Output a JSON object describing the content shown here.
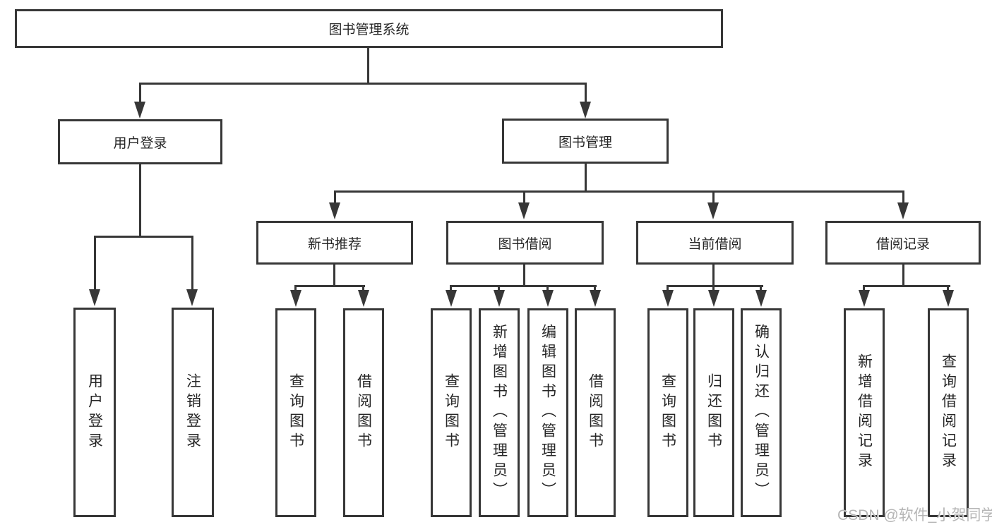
{
  "diagram": {
    "root": {
      "label": "图书管理系统"
    },
    "branches": [
      {
        "label": "用户登录",
        "children": [
          {
            "label": "用户登录"
          },
          {
            "label": "注销登录"
          }
        ]
      },
      {
        "label": "图书管理",
        "children": [
          {
            "label": "新书推荐",
            "children": [
              {
                "label": "查询图书"
              },
              {
                "label": "借阅图书"
              }
            ]
          },
          {
            "label": "图书借阅",
            "children": [
              {
                "label": "查询图书"
              },
              {
                "label": "新增图书（管理员）"
              },
              {
                "label": "编辑图书（管理员）"
              },
              {
                "label": "借阅图书"
              }
            ]
          },
          {
            "label": "当前借阅",
            "children": [
              {
                "label": "查询图书"
              },
              {
                "label": "归还图书"
              },
              {
                "label": "确认归还（管理员）"
              }
            ]
          },
          {
            "label": "借阅记录",
            "children": [
              {
                "label": "新增借阅记录"
              },
              {
                "label": "查询借阅记录"
              }
            ]
          }
        ]
      }
    ]
  },
  "watermark": {
    "text": "CSDN @软件_小贺同学"
  },
  "colors": {
    "line": "#373737",
    "text": "#262626",
    "watermark": "#b5b5b5",
    "background": "#ffffff"
  }
}
